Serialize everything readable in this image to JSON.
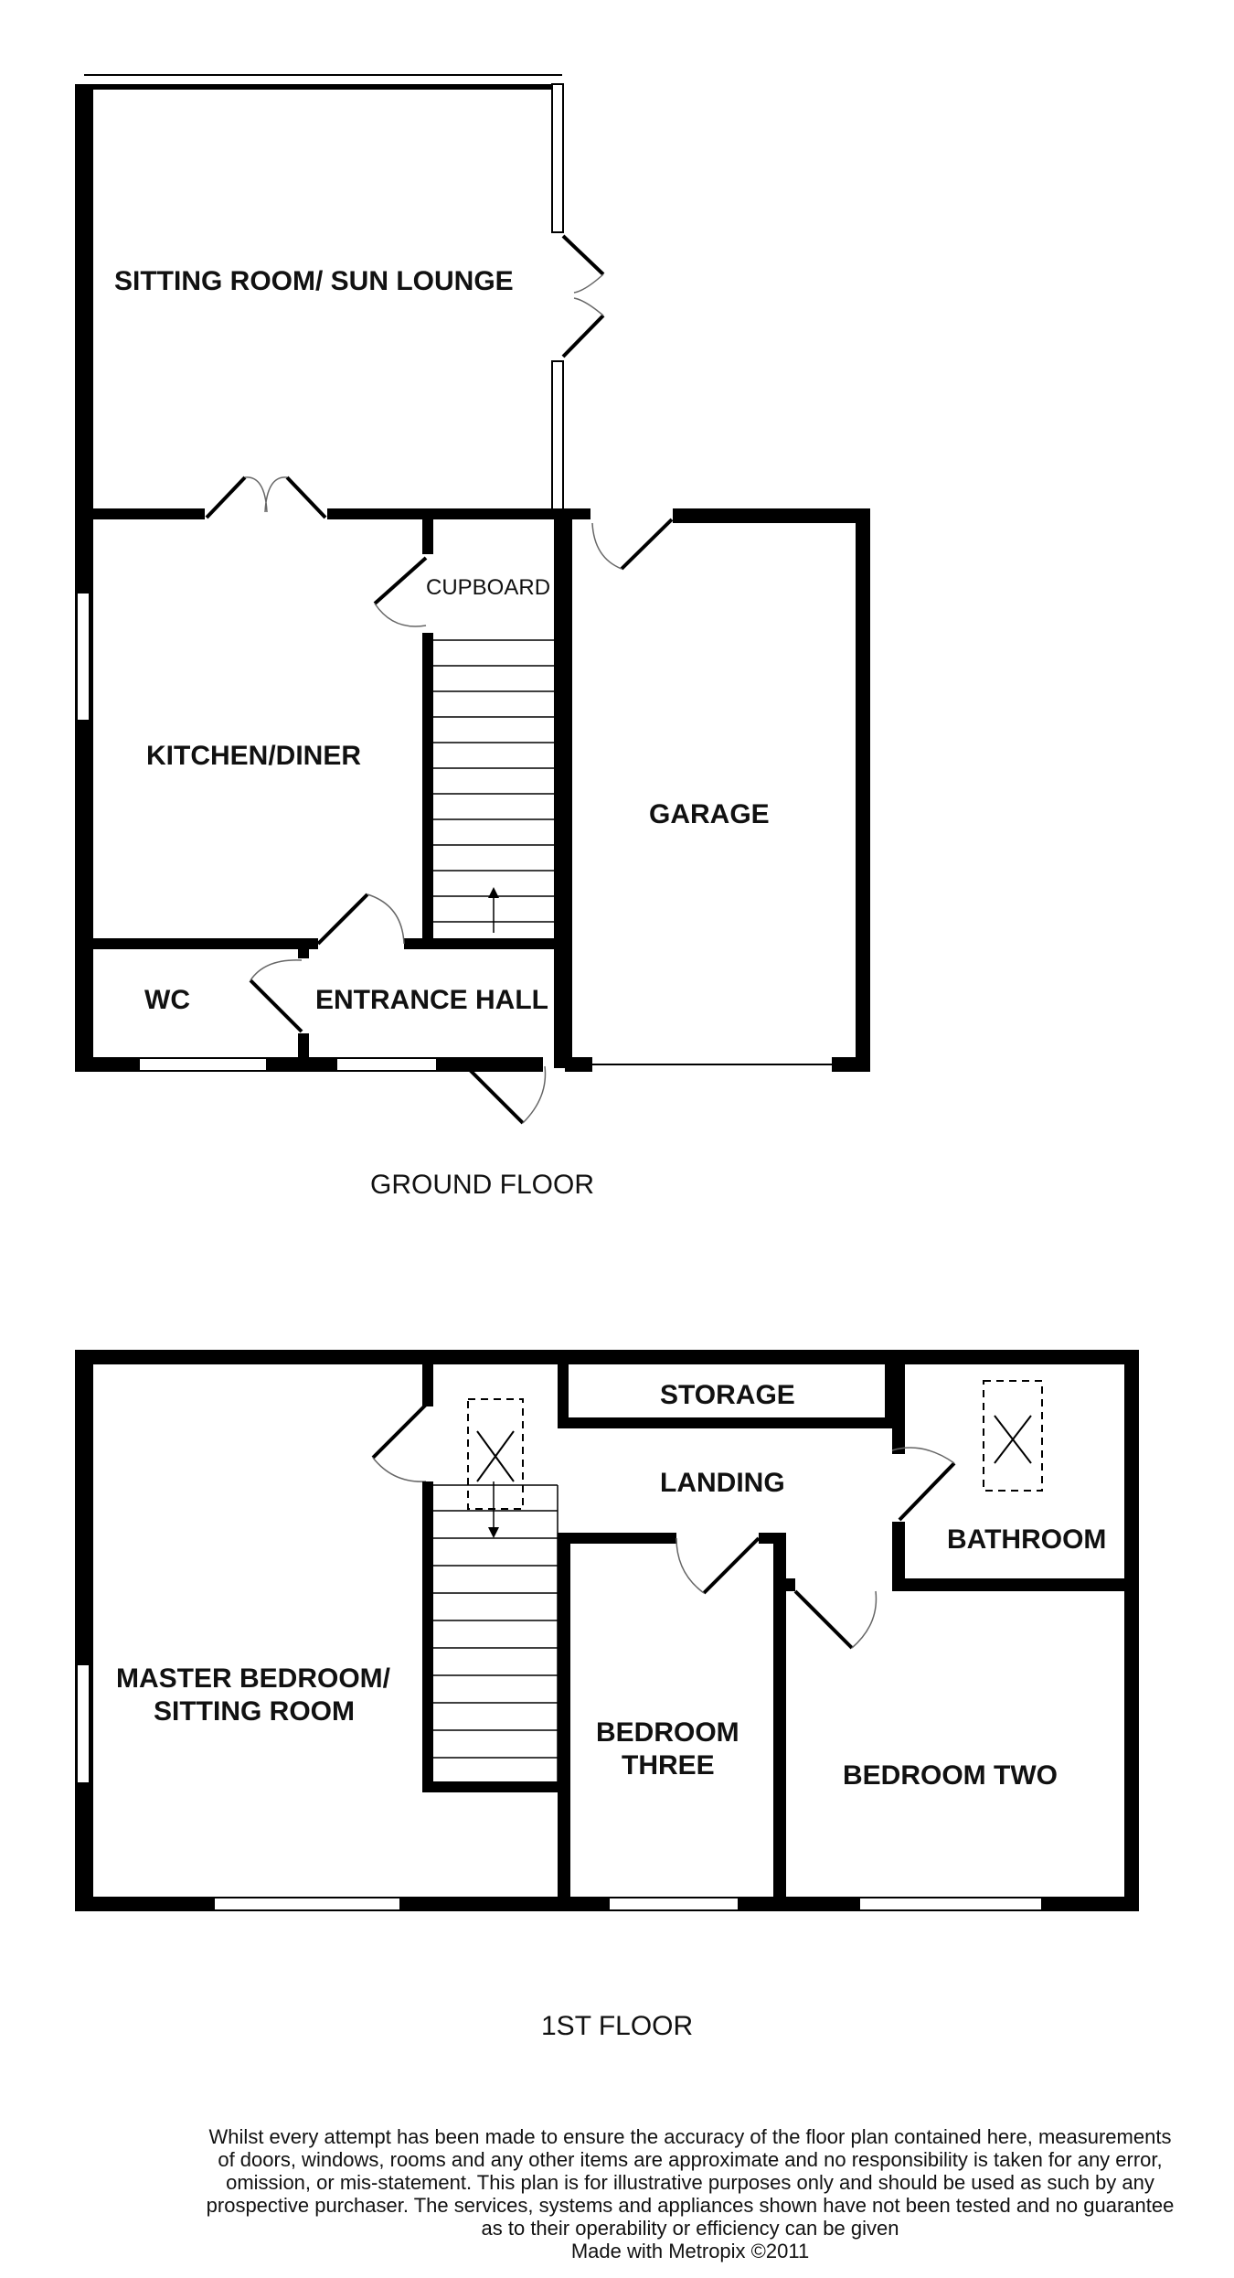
{
  "ground_floor": {
    "title": "GROUND FLOOR",
    "rooms": {
      "sitting_room": "SITTING ROOM/ SUN LOUNGE",
      "cupboard": "CUPBOARD",
      "kitchen": "KITCHEN/DINER",
      "garage": "GARAGE",
      "wc": "WC",
      "entrance_hall": "ENTRANCE HALL"
    }
  },
  "first_floor": {
    "title": "1ST FLOOR",
    "rooms": {
      "storage": "STORAGE",
      "landing": "LANDING",
      "bathroom": "BATHROOM",
      "master_bedroom_line1": "MASTER BEDROOM/",
      "master_bedroom_line2": "SITTING ROOM",
      "bedroom_three_line1": "BEDROOM",
      "bedroom_three_line2": "THREE",
      "bedroom_two": "BEDROOM TWO"
    }
  },
  "disclaimer": {
    "lines": [
      "Whilst every attempt has been made to ensure the accuracy of the floor plan contained here, measurements",
      "of doors, windows, rooms and any other items are approximate and no responsibility is taken for any error,",
      "omission, or mis-statement. This plan is for illustrative purposes only and should be used as such by any",
      "prospective purchaser. The services, systems and appliances shown have not been tested and no guarantee",
      "as to their operability or efficiency can be given"
    ],
    "credit": "Made with Metropix ©2011"
  }
}
